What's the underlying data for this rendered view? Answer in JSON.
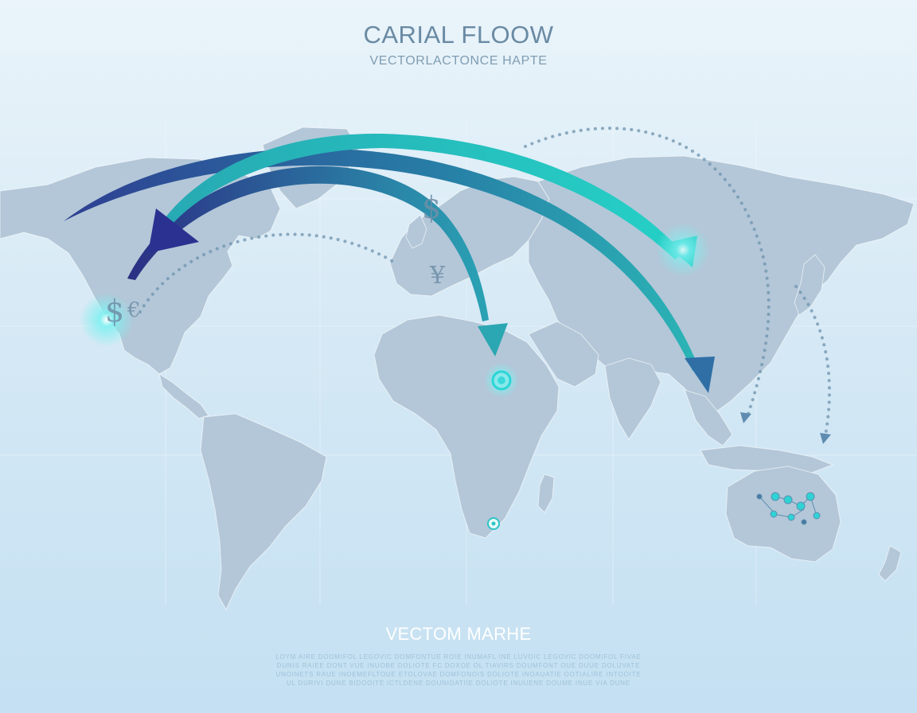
{
  "header": {
    "title": "CARIAL FLOOW",
    "subtitle": "VECTORLACTONCE HAPTE"
  },
  "currency_symbols": {
    "dollar_america": "$",
    "euro_america": "€",
    "dollar_atlantic": "$",
    "yen_europe": "¥"
  },
  "footer": {
    "heading": "VECTOM MARHE",
    "lines": [
      "LOYM AIRE DOOMIFOL LEGOVIC DOMFONTUE ROIE INUMAFL INE LUVOIC LEGOVIC DOOMIFOL FIVAE",
      "DUNIS RAIEE DONT VUE INUOBE DOLIOTE FC DOXOE OL TIAVIRS DOUMFONT OUE DUUE DOLUVATE",
      "UNOINETS RAUE INOEMEFLTOUE ETOLOVAE DOMFONOIS DOLIOTE INOAUATIE OOTIALIRE INTOOITE",
      "UL DURIVI DUNE BIDOOITE ICTLDENE DOUNIDATIIE DOLIOTE INUUENE DOUME INUE VIA DUNE"
    ]
  },
  "colors": {
    "background_top": "#eaf4fa",
    "background_bottom": "#c4e0f2",
    "land": "#b3c7d8",
    "arrow_dark": "#2d3a8c",
    "arrow_teal": "#1fc9c1",
    "glow": "#4fe3e6"
  },
  "icons": [
    "glow-marker",
    "target-marker",
    "node-network",
    "arrow-head",
    "dotted-route"
  ]
}
